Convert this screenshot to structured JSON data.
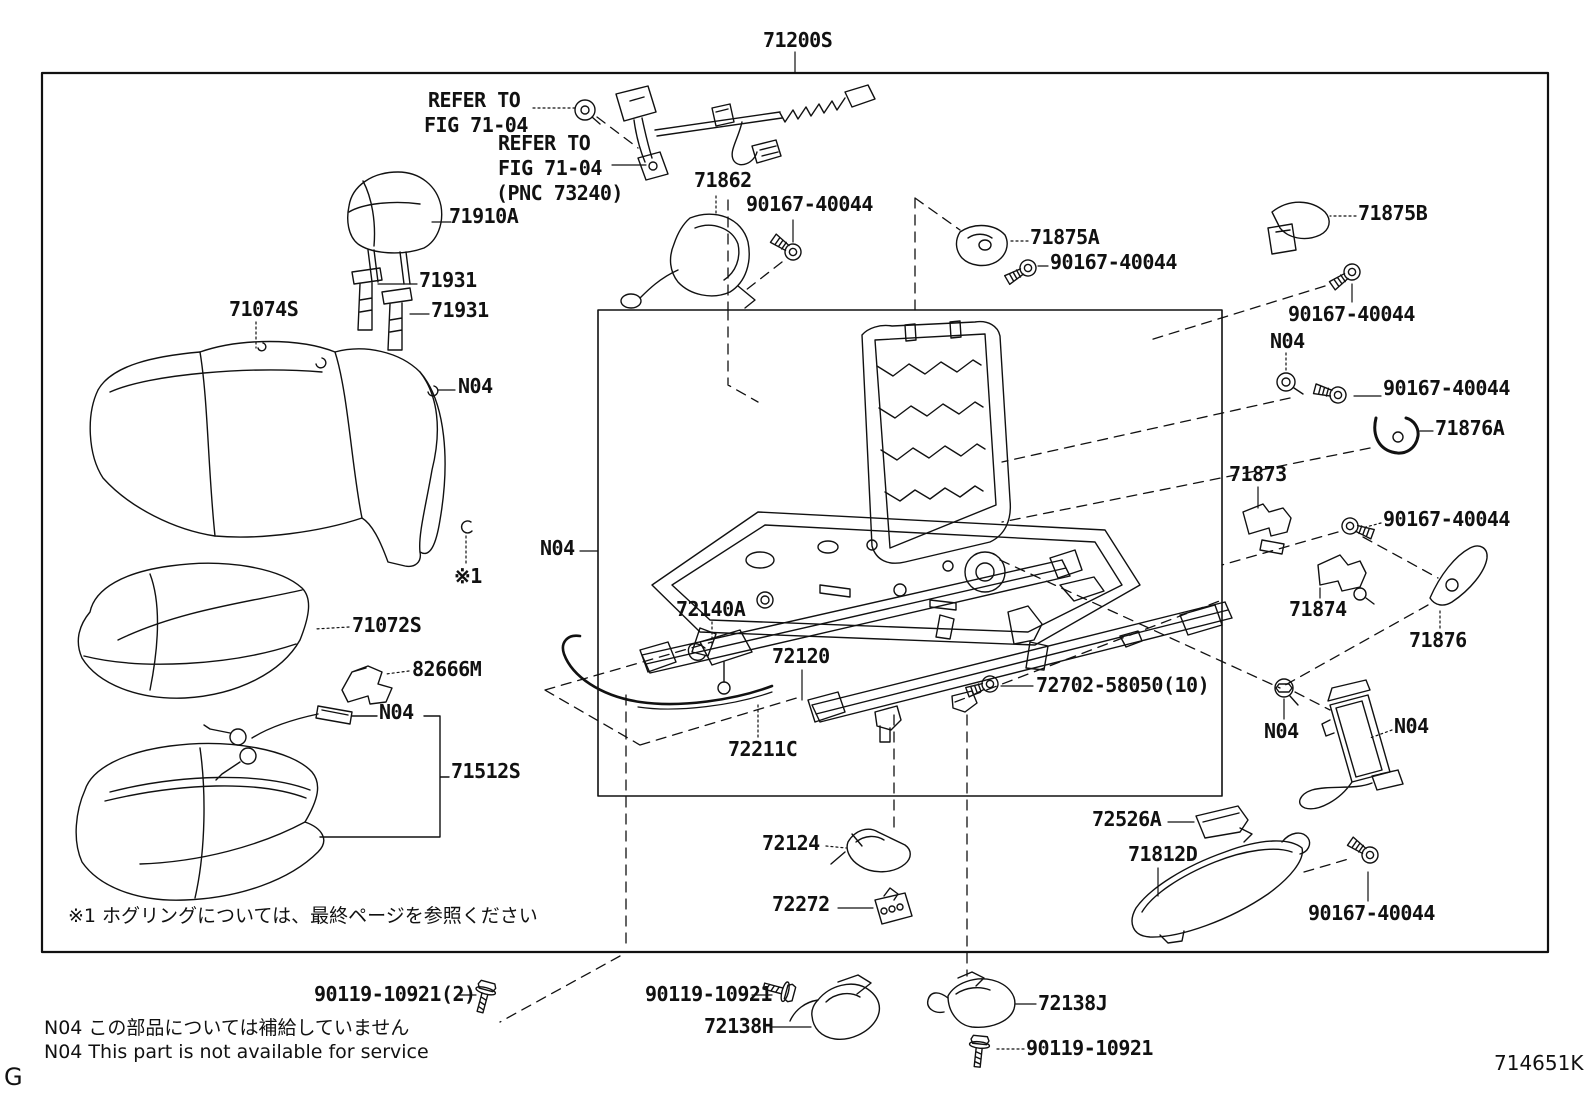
{
  "figure": {
    "drawing_number": "714651K",
    "corner_mark": "G"
  },
  "notes": {
    "hog_ring": "※1  ホグリングについては、最終ページを参照ください",
    "n04_jp": "N04  この部品については補給していません",
    "n04_en": "N04  This part is not available for service"
  },
  "labels": [
    {
      "text": "71200S"
    },
    {
      "text": "REFER TO"
    },
    {
      "text": "FIG 71-04"
    },
    {
      "text": "REFER TO"
    },
    {
      "text": "FIG 71-04"
    },
    {
      "text": "(PNC 73240)"
    },
    {
      "text": "71862"
    },
    {
      "text": "90167-40044"
    },
    {
      "text": "71875A"
    },
    {
      "text": "90167-40044"
    },
    {
      "text": "71875B"
    },
    {
      "text": "90167-40044"
    },
    {
      "text": "N04"
    },
    {
      "text": "90167-40044"
    },
    {
      "text": "71876A"
    },
    {
      "text": "71910A"
    },
    {
      "text": "71931"
    },
    {
      "text": "71931"
    },
    {
      "text": "71074S"
    },
    {
      "text": "N04"
    },
    {
      "text": "N04"
    },
    {
      "text": "71873"
    },
    {
      "text": "90167-40044"
    },
    {
      "text": "71874"
    },
    {
      "text": "71876"
    },
    {
      "text": "72140A"
    },
    {
      "text": "72120"
    },
    {
      "text": "72702-58050(10)"
    },
    {
      "text": "72211C"
    },
    {
      "text": "71072S"
    },
    {
      "text": "82666M"
    },
    {
      "text": "N04"
    },
    {
      "text": "71512S"
    },
    {
      "text": "※1"
    },
    {
      "text": "72124"
    },
    {
      "text": "72272"
    },
    {
      "text": "N04"
    },
    {
      "text": "N04"
    },
    {
      "text": "72526A"
    },
    {
      "text": "71812D"
    },
    {
      "text": "90167-40044"
    },
    {
      "text": "90119-10921(2)"
    },
    {
      "text": "90119-10921"
    },
    {
      "text": "72138H"
    },
    {
      "text": "72138J"
    },
    {
      "text": "90119-10921"
    }
  ]
}
